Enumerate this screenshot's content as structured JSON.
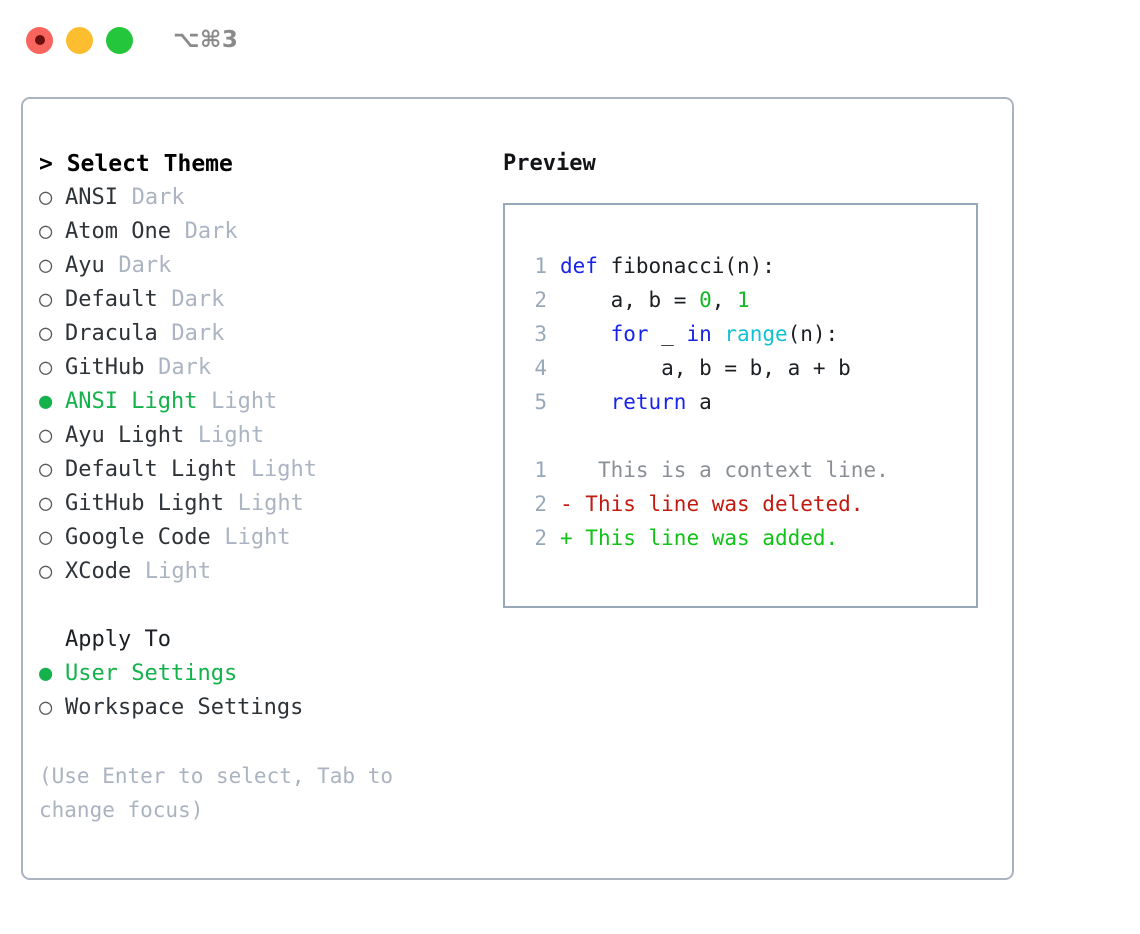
{
  "titlebar": {
    "shortcut": "⌥⌘3",
    "buttons": [
      {
        "name": "close",
        "color": "#f8655f"
      },
      {
        "name": "minimize",
        "color": "#fcbd2e"
      },
      {
        "name": "maximize",
        "color": "#24c63c"
      }
    ]
  },
  "left": {
    "title": "> Select Theme",
    "themes": [
      {
        "bullet": "○",
        "name": "ANSI",
        "kind": "Dark",
        "selected": false
      },
      {
        "bullet": "○",
        "name": "Atom One",
        "kind": "Dark",
        "selected": false
      },
      {
        "bullet": "○",
        "name": "Ayu",
        "kind": "Dark",
        "selected": false
      },
      {
        "bullet": "○",
        "name": "Default",
        "kind": "Dark",
        "selected": false
      },
      {
        "bullet": "○",
        "name": "Dracula",
        "kind": "Dark",
        "selected": false
      },
      {
        "bullet": "○",
        "name": "GitHub",
        "kind": "Dark",
        "selected": false
      },
      {
        "bullet": "●",
        "name": "ANSI Light",
        "kind": "Light",
        "selected": true
      },
      {
        "bullet": "○",
        "name": "Ayu Light",
        "kind": "Light",
        "selected": false
      },
      {
        "bullet": "○",
        "name": "Default Light",
        "kind": "Light",
        "selected": false
      },
      {
        "bullet": "○",
        "name": "GitHub Light",
        "kind": "Light",
        "selected": false
      },
      {
        "bullet": "○",
        "name": "Google Code",
        "kind": "Light",
        "selected": false
      },
      {
        "bullet": "○",
        "name": "XCode",
        "kind": "Light",
        "selected": false
      }
    ],
    "apply_to": {
      "title": "Apply To",
      "options": [
        {
          "bullet": "●",
          "label": "User Settings",
          "selected": true
        },
        {
          "bullet": "○",
          "label": "Workspace Settings",
          "selected": false
        }
      ]
    },
    "hint": "(Use Enter to select, Tab to change focus)"
  },
  "right": {
    "label": "Preview",
    "code": [
      {
        "lineno": "1",
        "tokens": [
          {
            "text": "def ",
            "type": "kw"
          },
          {
            "text": "fibonacci(n):",
            "type": "plain"
          }
        ]
      },
      {
        "lineno": "2",
        "tokens": [
          {
            "text": "    a, b = ",
            "type": "plain"
          },
          {
            "text": "0",
            "type": "num"
          },
          {
            "text": ", ",
            "type": "plain"
          },
          {
            "text": "1",
            "type": "num"
          }
        ]
      },
      {
        "lineno": "3",
        "tokens": [
          {
            "text": "    ",
            "type": "plain"
          },
          {
            "text": "for",
            "type": "kw"
          },
          {
            "text": " _ ",
            "type": "plain"
          },
          {
            "text": "in",
            "type": "kw"
          },
          {
            "text": " ",
            "type": "plain"
          },
          {
            "text": "range",
            "type": "fn"
          },
          {
            "text": "(n):",
            "type": "plain"
          }
        ]
      },
      {
        "lineno": "4",
        "tokens": [
          {
            "text": "        a, b = b, a + b",
            "type": "plain"
          }
        ]
      },
      {
        "lineno": "5",
        "tokens": [
          {
            "text": "    ",
            "type": "plain"
          },
          {
            "text": "return",
            "type": "kw"
          },
          {
            "text": " a",
            "type": "plain"
          }
        ]
      }
    ],
    "diff": [
      {
        "lineno": "1",
        "marker": " ",
        "text": "  This is a context line.",
        "type": "ctx"
      },
      {
        "lineno": "2",
        "marker": "-",
        "text": " This line was deleted.",
        "type": "del"
      },
      {
        "lineno": "2",
        "marker": "+",
        "text": " This line was added.",
        "type": "add"
      }
    ]
  },
  "colors": {
    "accent_green": "#13b24a",
    "keyword_blue": "#1924e8",
    "function_cyan": "#12c1d4",
    "number_green": "#12b722",
    "diff_delete_red": "#c21a0f",
    "diff_add_green": "#10c316",
    "muted_gray": "#abb4c2",
    "border": "#aab4c0"
  }
}
